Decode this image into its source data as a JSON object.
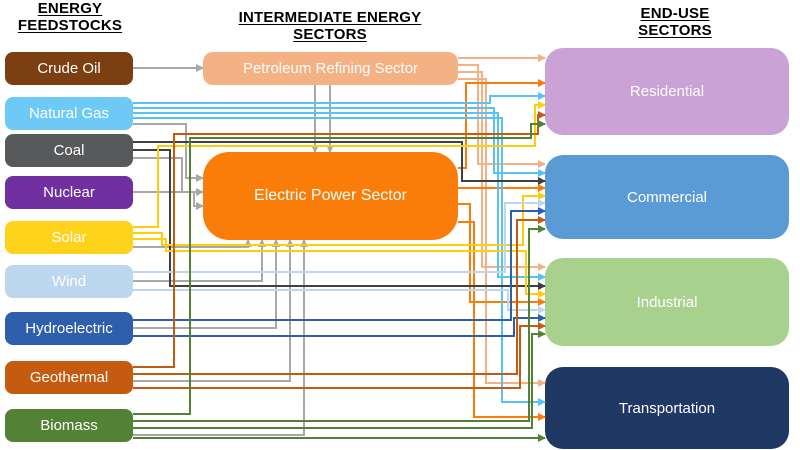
{
  "headers": {
    "feedstocks": "ENERGY FEEDSTOCKS",
    "intermediate": "INTERMEDIATE ENERGY SECTORS",
    "end_use": "END-USE SECTORS"
  },
  "feedstocks": [
    {
      "id": "crude-oil",
      "label": "Crude Oil",
      "color": "#7B3F12"
    },
    {
      "id": "natural-gas",
      "label": "Natural Gas",
      "color": "#6EC9F7"
    },
    {
      "id": "coal",
      "label": "Coal",
      "color": "#58595B"
    },
    {
      "id": "nuclear",
      "label": "Nuclear",
      "color": "#7030A0"
    },
    {
      "id": "solar",
      "label": "Solar",
      "color": "#FFD21C"
    },
    {
      "id": "wind",
      "label": "Wind",
      "color": "#BDD7EE"
    },
    {
      "id": "hydroelectric",
      "label": "Hydroelectric",
      "color": "#2E5FAC"
    },
    {
      "id": "geothermal",
      "label": "Geothermal",
      "color": "#C55A11"
    },
    {
      "id": "biomass",
      "label": "Biomass",
      "color": "#538135"
    }
  ],
  "intermediate": [
    {
      "id": "petroleum-refining",
      "label": "Petroleum Refining Sector",
      "color": "#F4B183"
    },
    {
      "id": "electric-power",
      "label": "Electric Power Sector",
      "color": "#FA7D0A"
    }
  ],
  "end_use": [
    {
      "id": "residential",
      "label": "Residential",
      "color": "#CBA2D6"
    },
    {
      "id": "commercial",
      "label": "Commercial",
      "color": "#5B9BD5"
    },
    {
      "id": "industrial",
      "label": "Industrial",
      "color": "#A9D18E"
    },
    {
      "id": "transportation",
      "label": "Transportation",
      "color": "#1F3864"
    }
  ],
  "flow_colors": {
    "to_electric_power_gray": "#A8A8A8",
    "refined_petroleum_peach": "#F4B183",
    "electricity_output_orange": "#FA7D0A"
  },
  "connections": [
    {
      "id": "c1",
      "from": "crude-oil",
      "to": "petroleum-refining",
      "color": "#A8A8A8"
    },
    {
      "id": "c2",
      "from": "petroleum-refining",
      "to": "electric-power",
      "color": "#A8A8A8"
    },
    {
      "id": "c3",
      "from": "petroleum-refining",
      "to": "electric-power",
      "color": "#A8A8A8"
    },
    {
      "id": "c4",
      "from": "natural-gas",
      "to": "electric-power",
      "color": "#A8A8A8"
    },
    {
      "id": "c5",
      "from": "coal",
      "to": "electric-power",
      "color": "#A8A8A8"
    },
    {
      "id": "c6",
      "from": "nuclear",
      "to": "electric-power",
      "color": "#A8A8A8"
    },
    {
      "id": "c7",
      "from": "solar",
      "to": "electric-power",
      "color": "#A8A8A8"
    },
    {
      "id": "c8",
      "from": "wind",
      "to": "electric-power",
      "color": "#A8A8A8"
    },
    {
      "id": "c9",
      "from": "hydroelectric",
      "to": "electric-power",
      "color": "#A8A8A8"
    },
    {
      "id": "c10",
      "from": "geothermal",
      "to": "electric-power",
      "color": "#A8A8A8"
    },
    {
      "id": "c11",
      "from": "biomass",
      "to": "electric-power",
      "color": "#A8A8A8"
    },
    {
      "id": "c12",
      "from": "petroleum-refining",
      "to": "residential",
      "color": "#F4B183"
    },
    {
      "id": "c13",
      "from": "petroleum-refining",
      "to": "commercial",
      "color": "#F4B183"
    },
    {
      "id": "c14",
      "from": "petroleum-refining",
      "to": "industrial",
      "color": "#F4B183"
    },
    {
      "id": "c15",
      "from": "petroleum-refining",
      "to": "transportation",
      "color": "#F4B183"
    },
    {
      "id": "c16",
      "from": "electric-power",
      "to": "residential",
      "color": "#FA7D0A"
    },
    {
      "id": "c17",
      "from": "electric-power",
      "to": "commercial",
      "color": "#FA7D0A"
    },
    {
      "id": "c18",
      "from": "electric-power",
      "to": "industrial",
      "color": "#FA7D0A"
    },
    {
      "id": "c19",
      "from": "electric-power",
      "to": "transportation",
      "color": "#FA7D0A"
    },
    {
      "id": "c20",
      "from": "natural-gas",
      "to": "residential",
      "color": "#56C3F2"
    },
    {
      "id": "c21",
      "from": "natural-gas",
      "to": "commercial",
      "color": "#56C3F2"
    },
    {
      "id": "c22",
      "from": "natural-gas",
      "to": "industrial",
      "color": "#56C3F2"
    },
    {
      "id": "c23",
      "from": "natural-gas",
      "to": "transportation",
      "color": "#56C3F2"
    },
    {
      "id": "c24",
      "from": "coal",
      "to": "commercial",
      "color": "#404040"
    },
    {
      "id": "c25",
      "from": "coal",
      "to": "industrial",
      "color": "#404040"
    },
    {
      "id": "c26",
      "from": "solar",
      "to": "residential",
      "color": "#FFCE0A"
    },
    {
      "id": "c27",
      "from": "solar",
      "to": "commercial",
      "color": "#FFCE0A"
    },
    {
      "id": "c28",
      "from": "solar",
      "to": "industrial",
      "color": "#FFCE0A"
    },
    {
      "id": "c29",
      "from": "wind",
      "to": "commercial",
      "color": "#BDD7EE"
    },
    {
      "id": "c30",
      "from": "wind",
      "to": "industrial",
      "color": "#BDD7EE"
    },
    {
      "id": "c31",
      "from": "hydroelectric",
      "to": "commercial",
      "color": "#2E5FAC"
    },
    {
      "id": "c32",
      "from": "hydroelectric",
      "to": "industrial",
      "color": "#2E5FAC"
    },
    {
      "id": "c33",
      "from": "geothermal",
      "to": "residential",
      "color": "#C55A11"
    },
    {
      "id": "c34",
      "from": "geothermal",
      "to": "commercial",
      "color": "#C55A11"
    },
    {
      "id": "c35",
      "from": "geothermal",
      "to": "industrial",
      "color": "#C55A11"
    },
    {
      "id": "c36",
      "from": "biomass",
      "to": "residential",
      "color": "#538135"
    },
    {
      "id": "c37",
      "from": "biomass",
      "to": "commercial",
      "color": "#538135"
    },
    {
      "id": "c38",
      "from": "biomass",
      "to": "industrial",
      "color": "#538135"
    },
    {
      "id": "c39",
      "from": "biomass",
      "to": "transportation",
      "color": "#538135"
    }
  ]
}
